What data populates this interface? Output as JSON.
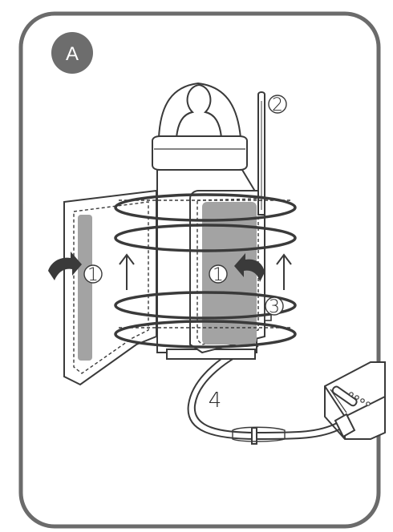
{
  "panel_badge": "A",
  "steps": {
    "step1_left": "1",
    "step1_right": "1",
    "step2": "2",
    "step3": "3",
    "step4": "4"
  },
  "colors": {
    "frame": "#6b6b6b",
    "badge": "#6d6d6d",
    "ink": "#3a3a3a",
    "panel_fill": "#a3a3a3",
    "arrow_fill": "#3a3a3a"
  }
}
